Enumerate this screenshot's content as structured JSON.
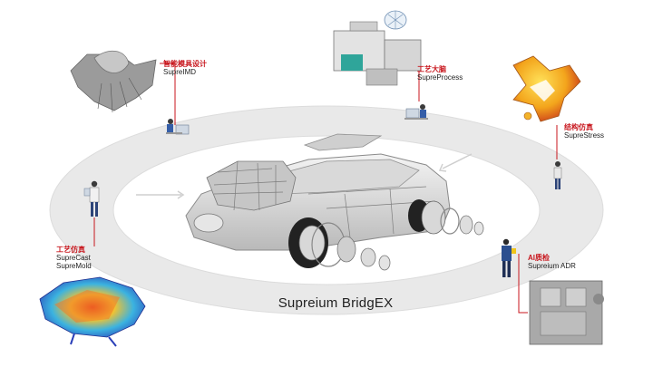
{
  "colors": {
    "accent_red": "#c8161d",
    "ring_fill": "#e9e9e9",
    "text_dark": "#222222"
  },
  "ring_title": "Supreium BridgEX",
  "modules": [
    {
      "cn": "智能模具设计",
      "en": [
        "SupreIMD"
      ],
      "icon": "mold-design-icon"
    },
    {
      "cn": "工艺大脑",
      "en": [
        "SupreProcess"
      ],
      "icon": "injection-machine-icon"
    },
    {
      "cn": "结构仿真",
      "en": [
        "SupreStress"
      ],
      "icon": "stress-simulation-icon"
    },
    {
      "cn": "工艺仿真",
      "en": [
        "SupreCast",
        "SupreMold"
      ],
      "icon": "casting-simulation-icon"
    },
    {
      "cn": "AI质检",
      "en": [
        "Supreium ADR"
      ],
      "icon": "engine-block-icon"
    }
  ]
}
